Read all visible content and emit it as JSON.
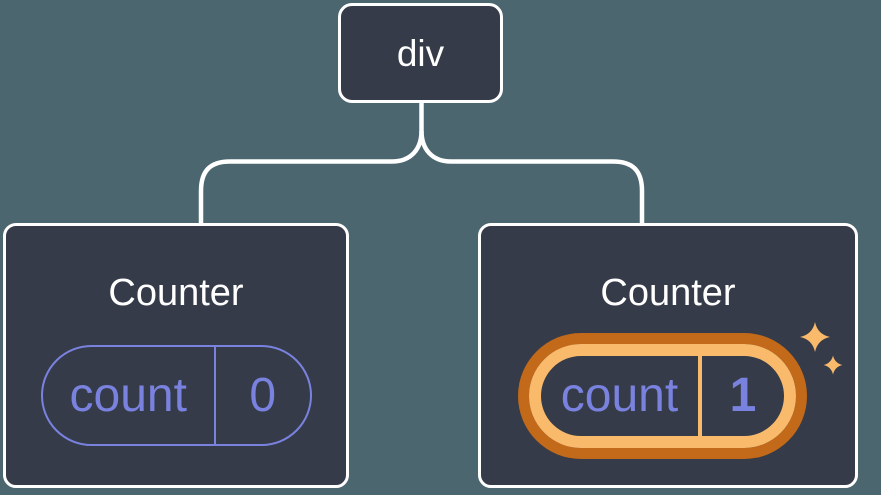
{
  "diagram": {
    "background_color": "#4b666f",
    "node_fill": "#353b48",
    "node_border_color": "#ffffff",
    "connector_color": "#ffffff",
    "root_node": {
      "label": "div"
    },
    "children": [
      {
        "title": "Counter",
        "state": {
          "key": "count",
          "value": "0"
        },
        "highlighted": false,
        "accent_color": "#7a82e0"
      },
      {
        "title": "Counter",
        "state": {
          "key": "count",
          "value": "1"
        },
        "highlighted": true,
        "accent_color": "#7a82e0",
        "highlight_inner_ring_color": "#f9ba6b",
        "highlight_outer_ring_color": "#c2691a",
        "badge_icon": "sparkles-icon"
      }
    ]
  }
}
